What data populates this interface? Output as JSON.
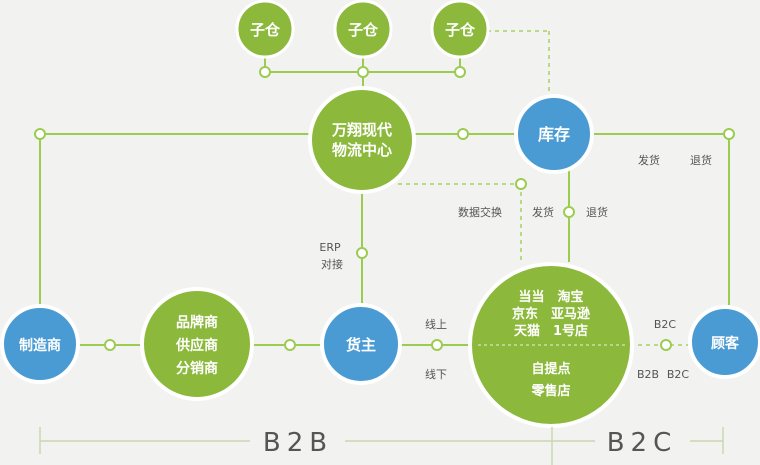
{
  "colors": {
    "green": "#8cb83c",
    "blue": "#4a9bd4",
    "line": "#9ccb52",
    "dash": "#a8cf66",
    "axis": "#c9d6b3",
    "label": "#555555"
  },
  "nodes": {
    "sub_warehouse_1": "子仓",
    "sub_warehouse_2": "子仓",
    "sub_warehouse_3": "子仓",
    "logistics_center_line1": "万翔现代",
    "logistics_center_line2": "物流中心",
    "inventory": "库存",
    "manufacturer": "制造商",
    "brand_line1": "品牌商",
    "brand_line2": "供应商",
    "brand_line3": "分销商",
    "owner": "货主",
    "online_line1": "当当　淘宝",
    "online_line2": "京东　亚马逊",
    "online_line3": "天猫　1号店",
    "offline_line1": "自提点",
    "offline_line2": "零售店",
    "customer": "顾客"
  },
  "edge_labels": {
    "erp_line1": "ERP",
    "erp_line2": "对接",
    "data_exchange": "数据交换",
    "ship_mid": "发货",
    "return_mid": "退货",
    "ship_right": "发货",
    "return_right": "退货",
    "online": "线上",
    "offline": "线下",
    "b2c_top": "B2C",
    "b2b_bottom": "B2B",
    "b2c_bottom": "B2C"
  },
  "bands": {
    "b2b": "B2B",
    "b2c": "B2C"
  }
}
